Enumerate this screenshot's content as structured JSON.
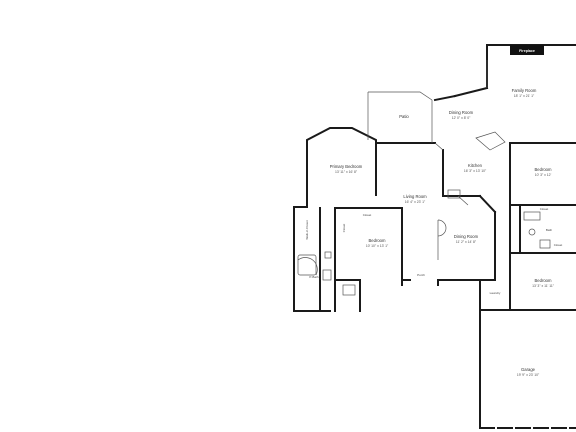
{
  "floorplan": {
    "rooms": [
      {
        "id": "fireplace",
        "name": "Fireplace"
      },
      {
        "id": "family-room",
        "name": "Family Room",
        "dims": "18' 1\" x 21' 1\""
      },
      {
        "id": "dining-room-top",
        "name": "Dining Room",
        "dims": "12' 0\" x 8' 0\""
      },
      {
        "id": "patio",
        "name": "Patio"
      },
      {
        "id": "primary-bedroom",
        "name": "Primary Bedroom",
        "dims": "13' 11\" x 16' 8\""
      },
      {
        "id": "kitchen",
        "name": "Kitchen",
        "dims": "16' 3\" x 13' 10\""
      },
      {
        "id": "bedroom-right-top",
        "name": "Bedroom",
        "dims": "10' 3\" x 12'"
      },
      {
        "id": "closet-right-top",
        "name": "Closet"
      },
      {
        "id": "bath",
        "name": "Bath"
      },
      {
        "id": "closet-right-mid",
        "name": "Closet"
      },
      {
        "id": "living-room",
        "name": "Living Room",
        "dims": "16' 4\" x 23' 1\""
      },
      {
        "id": "walk-in-closet",
        "name": "Walk-in Closet"
      },
      {
        "id": "closet-left",
        "name": "Closet"
      },
      {
        "id": "closet-small",
        "name": "Closet"
      },
      {
        "id": "bedroom-left",
        "name": "Bedroom",
        "dims": "10' 10\" x 13' 1\""
      },
      {
        "id": "dining-room",
        "name": "Dining Room",
        "dims": "11' 2\" x 14' 8\""
      },
      {
        "id": "bedroom-right-bottom",
        "name": "Bedroom",
        "dims": "13' 3\" x 11' 11\""
      },
      {
        "id": "porch",
        "name": "Porch"
      },
      {
        "id": "p-bath",
        "name": "P-Bath"
      },
      {
        "id": "laundry",
        "name": "Laundry"
      },
      {
        "id": "garage",
        "name": "Garage",
        "dims": "19' 9\" x 23' 10\""
      }
    ]
  }
}
